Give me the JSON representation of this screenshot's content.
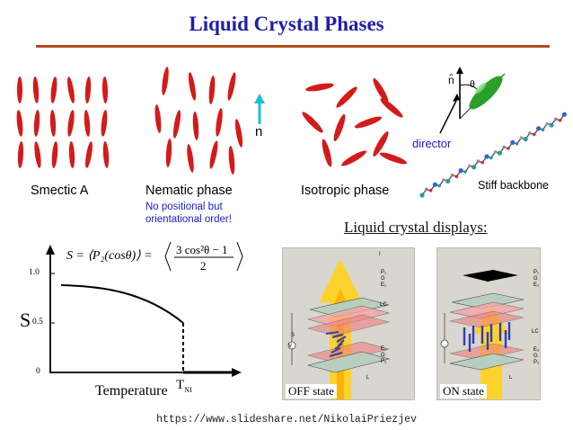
{
  "title": "Liquid Crystal Phases",
  "phases": {
    "smectic": "Smectic A",
    "nematic": "Nematic phase",
    "nematic_note_1": "No positional but",
    "nematic_note_2": "orientational order!",
    "isotropic": "Isotropic phase",
    "n_label": "n"
  },
  "director": {
    "n_hat": "n̂",
    "theta": "θ",
    "label": "director",
    "backbone": "Stiff backbone"
  },
  "graph": {
    "formula_lhs": "S = ⟨P₂(cosθ)⟩ =",
    "formula_num": "3 cos²θ − 1",
    "formula_den": "2",
    "y_axis": "S",
    "tick_1": "1.0",
    "tick_05": "0.5",
    "tick_0": "0",
    "x_axis": "Temperature",
    "tni_main": "T",
    "tni_sub": "NI"
  },
  "displays": {
    "heading": "Liquid crystal displays:",
    "off_state": "OFF state",
    "on_state": "ON state",
    "layer_i": "I",
    "layer_p1": "P₁",
    "layer_g": "G",
    "layer_e1": "E₁",
    "layer_lc": "LC",
    "layer_e2": "E₂",
    "layer_p2": "P₂",
    "layer_s": "S",
    "layer_v": "V",
    "layer_l": "L"
  },
  "url": "https://www.slideshare.net/NikolaiPriezjev",
  "colors": {
    "title": "#1f1fa8",
    "rule": "#b34a1e",
    "molecule": "#d41a1a",
    "director_arrow": "#18c0d8",
    "note": "#1a1ad6"
  }
}
